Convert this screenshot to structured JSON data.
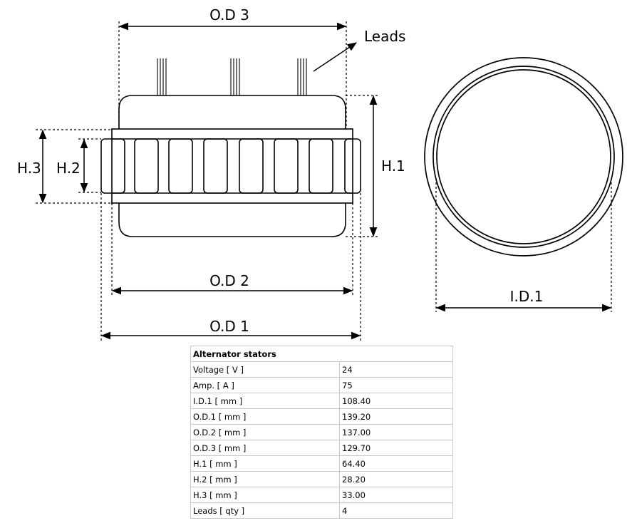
{
  "labels": {
    "od3": "O.D 3",
    "leads": "Leads",
    "h3": "H.3",
    "h2": "H.2",
    "h1": "H.1",
    "od2": "O.D 2",
    "od1": "O.D 1",
    "id1": "I.D.1"
  },
  "table": {
    "title": "Alternator stators",
    "rows": [
      {
        "label": "Voltage [ V ]",
        "value": "24"
      },
      {
        "label": "Amp. [ A ]",
        "value": "75"
      },
      {
        "label": "I.D.1 [ mm ]",
        "value": "108.40"
      },
      {
        "label": "O.D.1 [ mm ]",
        "value": "139.20"
      },
      {
        "label": "O.D.2 [ mm ]",
        "value": "137.00"
      },
      {
        "label": "O.D.3 [ mm ]",
        "value": "129.70"
      },
      {
        "label": "H.1 [ mm ]",
        "value": "64.40"
      },
      {
        "label": "H.2 [ mm ]",
        "value": "28.20"
      },
      {
        "label": "H.3 [ mm ]",
        "value": "33.00"
      },
      {
        "label": "Leads [ qty ]",
        "value": "4"
      }
    ]
  }
}
